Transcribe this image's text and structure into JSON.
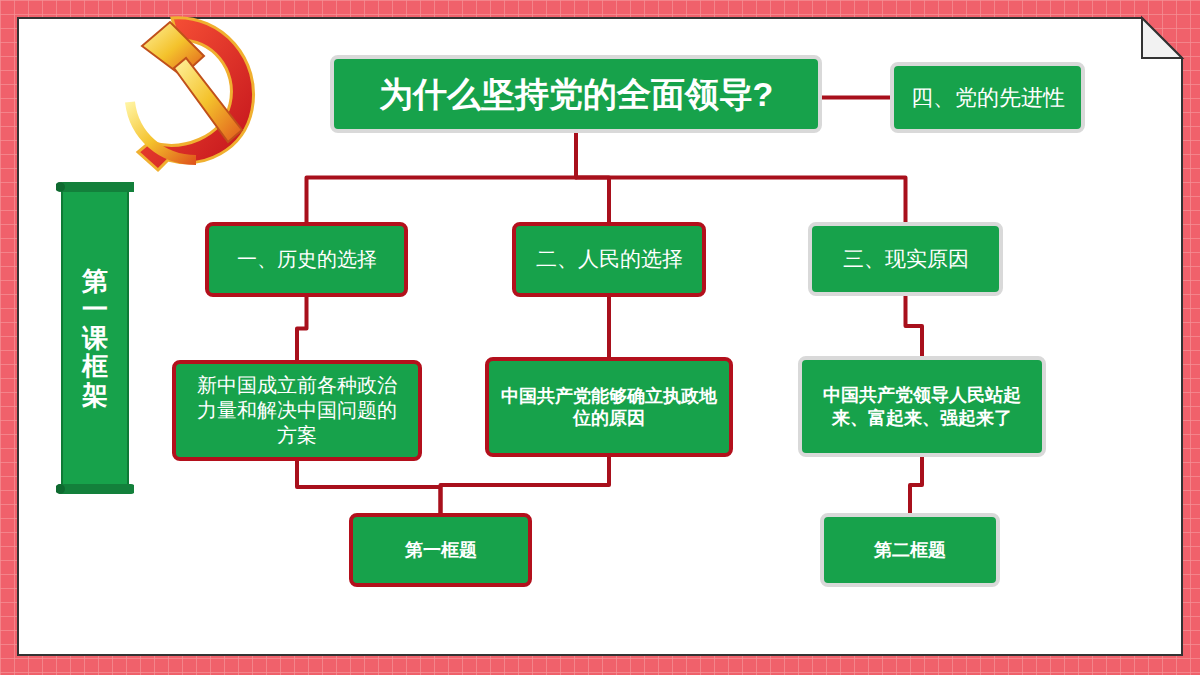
{
  "diagram": {
    "nodes": [
      {
        "text": [
          "为什么坚持党的全面领导?"
        ]
      },
      {
        "text": [
          "四、党的先进性"
        ]
      },
      {
        "text": [
          "第一课框架"
        ]
      },
      {
        "text": [
          "一、历史的选择"
        ]
      },
      {
        "text": [
          "二、人民的选择"
        ]
      },
      {
        "text": [
          "三、现实原因"
        ]
      },
      {
        "text": [
          "新中国成立前各种政治力量和解决中国问题的方案"
        ]
      },
      {
        "text": [
          "中国共产党能够确立执政地位的原因"
        ]
      },
      {
        "text": [
          "中国共产党领导人民站起来、富起来、强起来了"
        ]
      },
      {
        "text": [
          "第一框题"
        ]
      },
      {
        "text": [
          "第二框题"
        ]
      }
    ],
    "edges": [
      {
        "from": 0,
        "to": 1,
        "arrow": "none"
      },
      {
        "from": 0,
        "to": 3,
        "arrow": "none"
      },
      {
        "from": 0,
        "to": 4,
        "arrow": "none"
      },
      {
        "from": 0,
        "to": 5,
        "arrow": "none"
      },
      {
        "from": 3,
        "to": 6,
        "arrow": "none"
      },
      {
        "from": 4,
        "to": 7,
        "arrow": "none"
      },
      {
        "from": 5,
        "to": 8,
        "arrow": "none"
      },
      {
        "from": 6,
        "to": 9,
        "arrow": "none"
      },
      {
        "from": 7,
        "to": 9,
        "arrow": "none"
      },
      {
        "from": 8,
        "to": 10,
        "arrow": "none"
      }
    ]
  }
}
